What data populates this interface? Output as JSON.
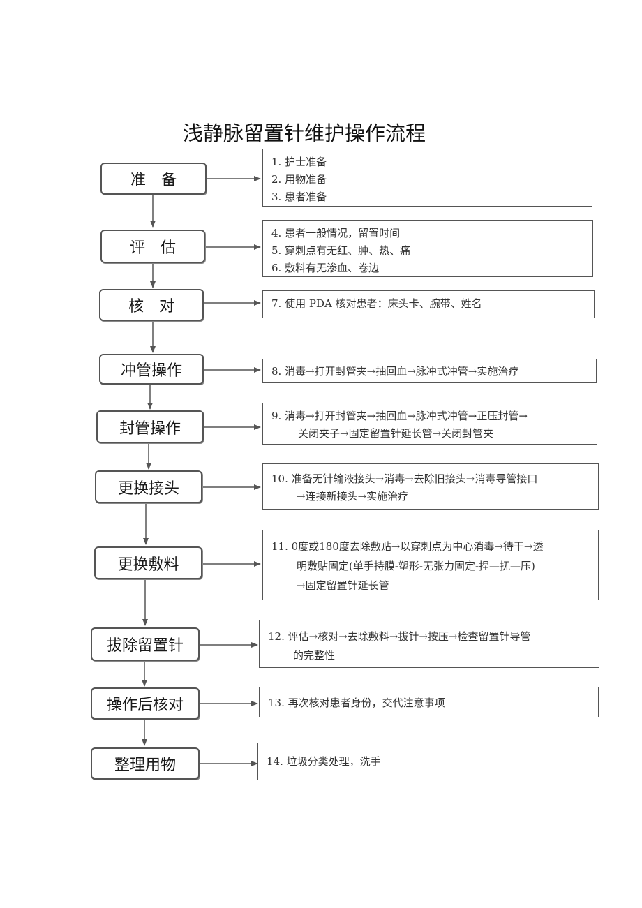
{
  "title": "浅静脉留置针维护操作流程",
  "steps": [
    {
      "label": "准　备",
      "notes": [
        "1. 护士准备",
        "2. 用物准备",
        "3. 患者准备"
      ]
    },
    {
      "label": "评　估",
      "notes": [
        "4. 患者一般情况，留置时间",
        "5. 穿刺点有无红、肿、热、痛",
        "6. 敷料有无渗血、卷边"
      ]
    },
    {
      "label": "核　对",
      "notes": [
        "7. 使用 PDA 核对患者：床头卡、腕带、姓名"
      ]
    },
    {
      "label": "冲管操作",
      "notes": [
        "8. 消毒→打开封管夹→抽回血→脉冲式冲管→实施治疗"
      ]
    },
    {
      "label": "封管操作",
      "notes": [
        "9. 消毒→打开封管夹→抽回血→脉冲式冲管→正压封管→",
        "关闭夹子→固定留置针延长管→关闭封管夹"
      ]
    },
    {
      "label": "更换接头",
      "notes": [
        "10. 准备无针输液接头→消毒→去除旧接头→消毒导管接口",
        "→连接新接头→实施治疗"
      ]
    },
    {
      "label": "更换敷料",
      "notes": [
        "11. 0度或180度去除敷贴→以穿刺点为中心消毒→待干→透",
        "明敷贴固定(单手持膜-塑形-无张力固定-捏—抚—压)",
        "→固定留置针延长管"
      ]
    },
    {
      "label": "拔除留置针",
      "notes": [
        "12. 评估→核对→去除敷料→拔针→按压→检查留置针导管",
        "的完整性"
      ]
    },
    {
      "label": "操作后核对",
      "notes": [
        "13. 再次核对患者身份，交代注意事项"
      ]
    },
    {
      "label": "整理用物",
      "notes": [
        "14. 垃圾分类处理，洗手"
      ]
    }
  ]
}
